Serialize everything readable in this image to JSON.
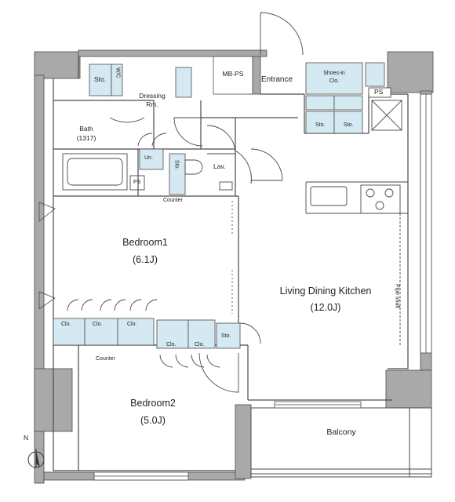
{
  "colors": {
    "wall": "#a9a9a9",
    "line": "#4a4a4a",
    "storage": "#d4e9f2",
    "background": "#ffffff"
  },
  "icons": {
    "north_arrow": "north-arrow-icon"
  },
  "rooms": {
    "bedroom1": {
      "name": "Bedroom1",
      "size": "(6.1J)"
    },
    "bedroom2": {
      "name": "Bedroom2",
      "size": "(5.0J)"
    },
    "ldk": {
      "name": "Living Dining Kitchen",
      "size": "(12.0J)"
    },
    "balcony": {
      "name": "Balcony"
    },
    "bath": {
      "name": "Bath",
      "size": "(1317)"
    },
    "dressing": {
      "name": "Dressing",
      "sub": "Rm."
    },
    "entrance": {
      "name": "Entrance"
    },
    "lav": {
      "name": "Lav."
    }
  },
  "storage": {
    "wic": "W/C",
    "sto": "Sto.",
    "shoes_in": {
      "line1": "Shoes-in",
      "line2": "Clo."
    },
    "clo": "Clo.",
    "mbps": "MB-PS",
    "ps": "PS",
    "un": "Un."
  },
  "annotations": {
    "counter": "Counter",
    "pipe_shaft": "Pipe shaft",
    "north": "N"
  }
}
